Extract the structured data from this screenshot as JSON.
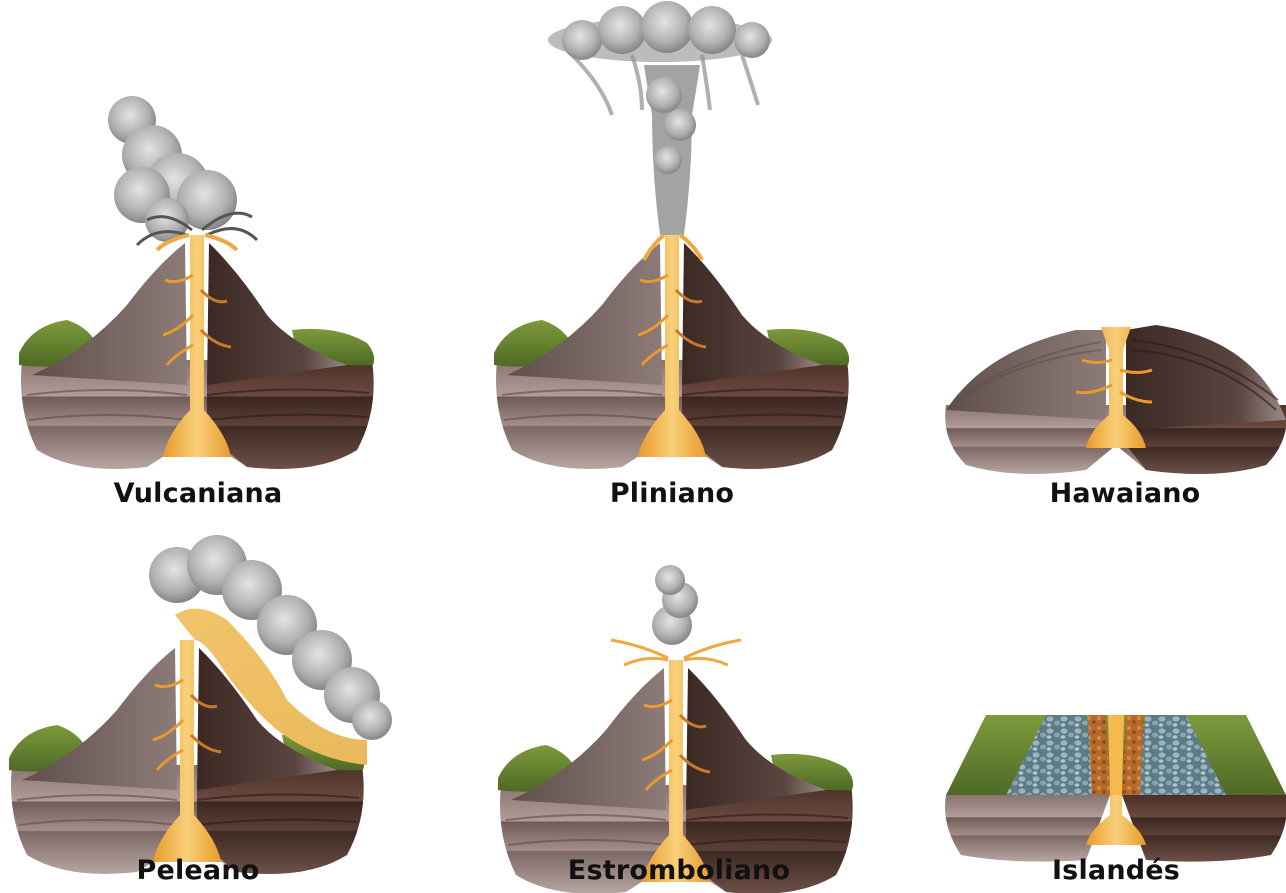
{
  "volcanoes": [
    {
      "id": "vulcaniana",
      "label": "Vulcaniana"
    },
    {
      "id": "pliniano",
      "label": "Pliniano"
    },
    {
      "id": "hawaiano",
      "label": "Hawaiano"
    },
    {
      "id": "peleano",
      "label": "Peleano"
    },
    {
      "id": "estromboliano",
      "label": "Estromboliano"
    },
    {
      "id": "islandes",
      "label": "Islandés"
    }
  ],
  "colors": {
    "lava": "#f0b040",
    "lava_core": "#f7c766",
    "ash": "#9b9b9b",
    "rock_dark": "#4a3530",
    "rock_mid": "#7d6a66",
    "rock_light": "#a8928e",
    "grass": "#5c7a2e",
    "basalt": "#7d9aa3"
  }
}
